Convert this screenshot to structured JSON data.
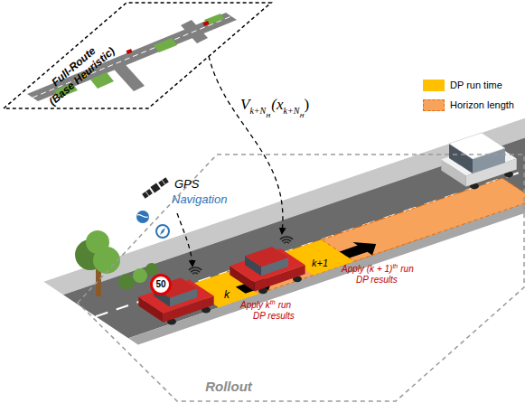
{
  "diagram": {
    "nodes": [
      {
        "text": [
          "Full-Route (Base Heuristic)"
        ]
      },
      {
        "text": [
          "Rollout"
        ]
      },
      {
        "text": [
          "50"
        ],
        "in": 1
      }
    ],
    "labels": [
      "GPS",
      "Navigation",
      "V",
      "k+N",
      "H",
      "(x",
      "k+N",
      "H",
      ")",
      "k",
      "k+1",
      "Apply k",
      "th",
      "run",
      "DP results",
      "Apply (k + 1)",
      "th",
      "run",
      "DP results"
    ],
    "legend": [
      {
        "text": "DP run time",
        "color": "#ffc000"
      },
      {
        "text": "Horizon length",
        "color": "#f7a35c"
      }
    ]
  }
}
